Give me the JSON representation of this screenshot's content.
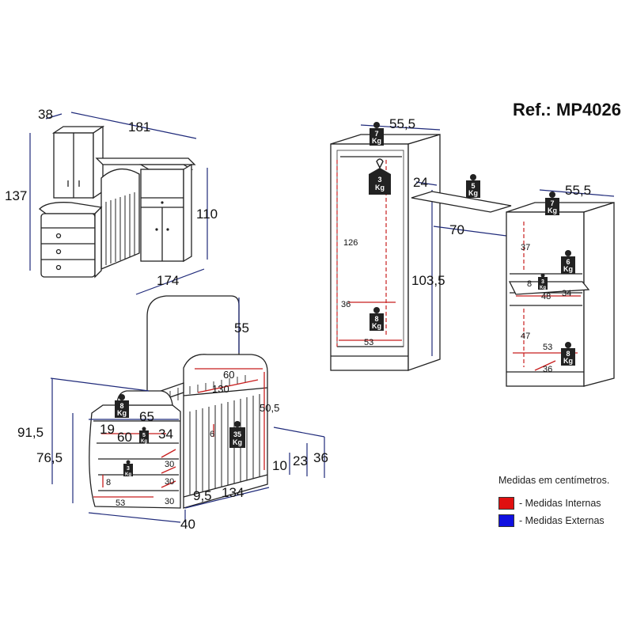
{
  "reference": "Ref.: MP4026",
  "legend": {
    "title": "Medidas em centímetros.",
    "internal_label": "- Medidas Internas",
    "external_label": "- Medidas Externas",
    "internal_color": "#e01010",
    "external_color": "#1010e0"
  },
  "weight_unit": "Kg",
  "overview": {
    "depth": "38",
    "width": "181",
    "height": "137",
    "side_height": "110",
    "side_width": "174"
  },
  "crib": {
    "board_height": "55",
    "crib_width_internal": "60",
    "crib_length_internal": "130",
    "crib_height_internal": "50,5",
    "slat_gap": "6",
    "mattress_load": "35",
    "total_height": "91,5",
    "dresser_height": "76,5",
    "top_width": "65",
    "top_load": "8",
    "drawer_depth": "19",
    "drawer_width": "60",
    "drawer_load": "5",
    "side_depth": "34",
    "shelf_load": "3",
    "shelf_1": "30",
    "shelf_2": "30",
    "shelf_3": "30",
    "plinth": "8",
    "inner_width": "53",
    "spacing": "9,5",
    "length": "134",
    "depth": "40",
    "leg_10": "10",
    "leg_23": "23",
    "leg_36": "36"
  },
  "wardrobe": {
    "depth": "55,5",
    "top_load": "7",
    "hanger_load": "3",
    "rail_height": "126",
    "shelf_height": "36",
    "bottom_load": "8",
    "inner_width": "53",
    "total_height": "103,5"
  },
  "desk": {
    "depth": "24",
    "load": "5",
    "width": "70"
  },
  "shelf_unit": {
    "depth": "55,5",
    "top_load": "7",
    "compartment_height": "37",
    "compartment_load": "6",
    "drawer_height": "8",
    "drawer_load": "3",
    "drawer_width": "48",
    "drawer_depth": "34",
    "lower_height": "47",
    "inner_width": "53",
    "bottom_height": "36",
    "bottom_load": "8"
  }
}
